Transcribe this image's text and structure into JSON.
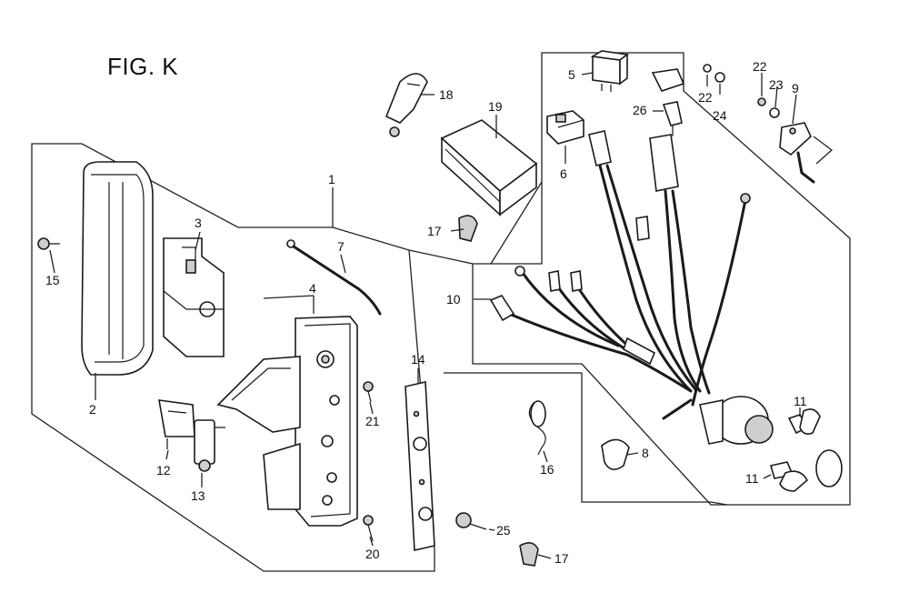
{
  "figure_title": "FIG. K",
  "callouts": {
    "c1": "1",
    "c2": "2",
    "c3": "3",
    "c4": "4",
    "c5": "5",
    "c6": "6",
    "c7": "7",
    "c8": "8",
    "c9": "9",
    "c10": "10",
    "c11a": "11",
    "c11b": "11",
    "c12": "12",
    "c13": "13",
    "c14": "14",
    "c15": "15",
    "c16": "16",
    "c17a": "17",
    "c17b": "17",
    "c18": "18",
    "c19": "19",
    "c20": "20",
    "c21": "21",
    "c22a": "22",
    "c22b": "22",
    "c23": "23",
    "c24": "24",
    "c25": "25",
    "c26": "26"
  }
}
